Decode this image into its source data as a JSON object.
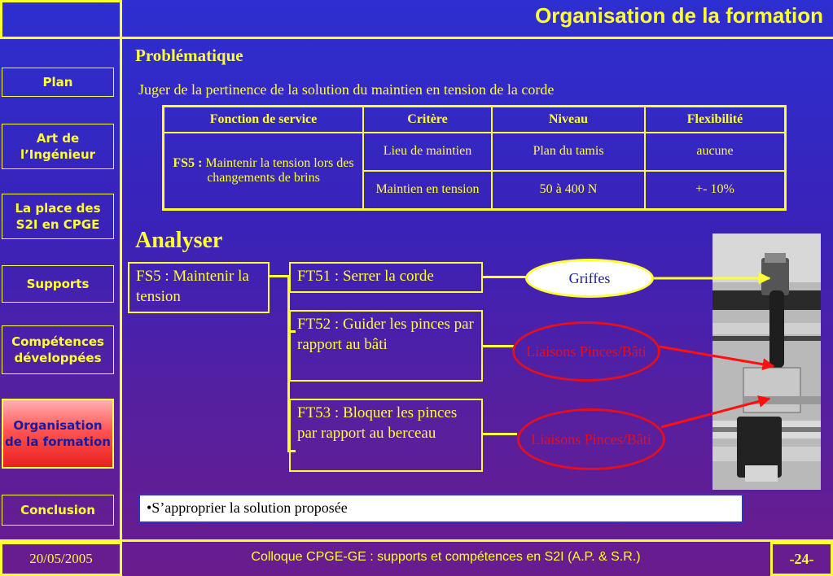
{
  "title": "Organisation de la formation",
  "nav": [
    {
      "label": "Plan"
    },
    {
      "label": "Art de l’Ingénieur"
    },
    {
      "label": "La place des S2I en CPGE"
    },
    {
      "label": "Supports"
    },
    {
      "label": "Compétences développées"
    },
    {
      "label": "Organisation de la formation"
    },
    {
      "label": "Conclusion"
    }
  ],
  "problematique": {
    "heading": "Problématique",
    "text": "Juger de la pertinence de la solution du maintien en tension de la corde"
  },
  "table": {
    "headers": [
      "Fonction de service",
      "Critère",
      "Niveau",
      "Flexibilité"
    ],
    "function_code": "FS5 :",
    "function_text": "Maintenir la tension lors des changements de brins",
    "rows": [
      {
        "critere": "Lieu de maintien",
        "niveau": "Plan du tamis",
        "flexibilite": "aucune"
      },
      {
        "critere": "Maintien en tension",
        "niveau": "50 à 400 N",
        "flexibilite": "+- 10%"
      }
    ]
  },
  "analyser": {
    "heading": "Analyser",
    "fs5": "FS5 : Maintenir la tension",
    "ft51": "FT51 : Serrer la corde",
    "ft52": "FT52 : Guider les pinces par rapport au bâti",
    "ft53": "FT53 : Bloquer les pinces par rapport au berceau",
    "griffes": "Griffes",
    "liaisons1": "Liaisons Pinces/Bâti",
    "liaisons2": "Liaisons Pinces/Bâti"
  },
  "bullet": "•S’approprier la solution proposée",
  "footer": {
    "date": "20/05/2005",
    "text": "Colloque CPGE-GE : supports et compétences en S2I (A.P. & S.R.)",
    "page": "-24-"
  },
  "colors": {
    "accent": "#ffff33",
    "active_nav": "#ff4040",
    "liaison_red": "#e01020"
  }
}
